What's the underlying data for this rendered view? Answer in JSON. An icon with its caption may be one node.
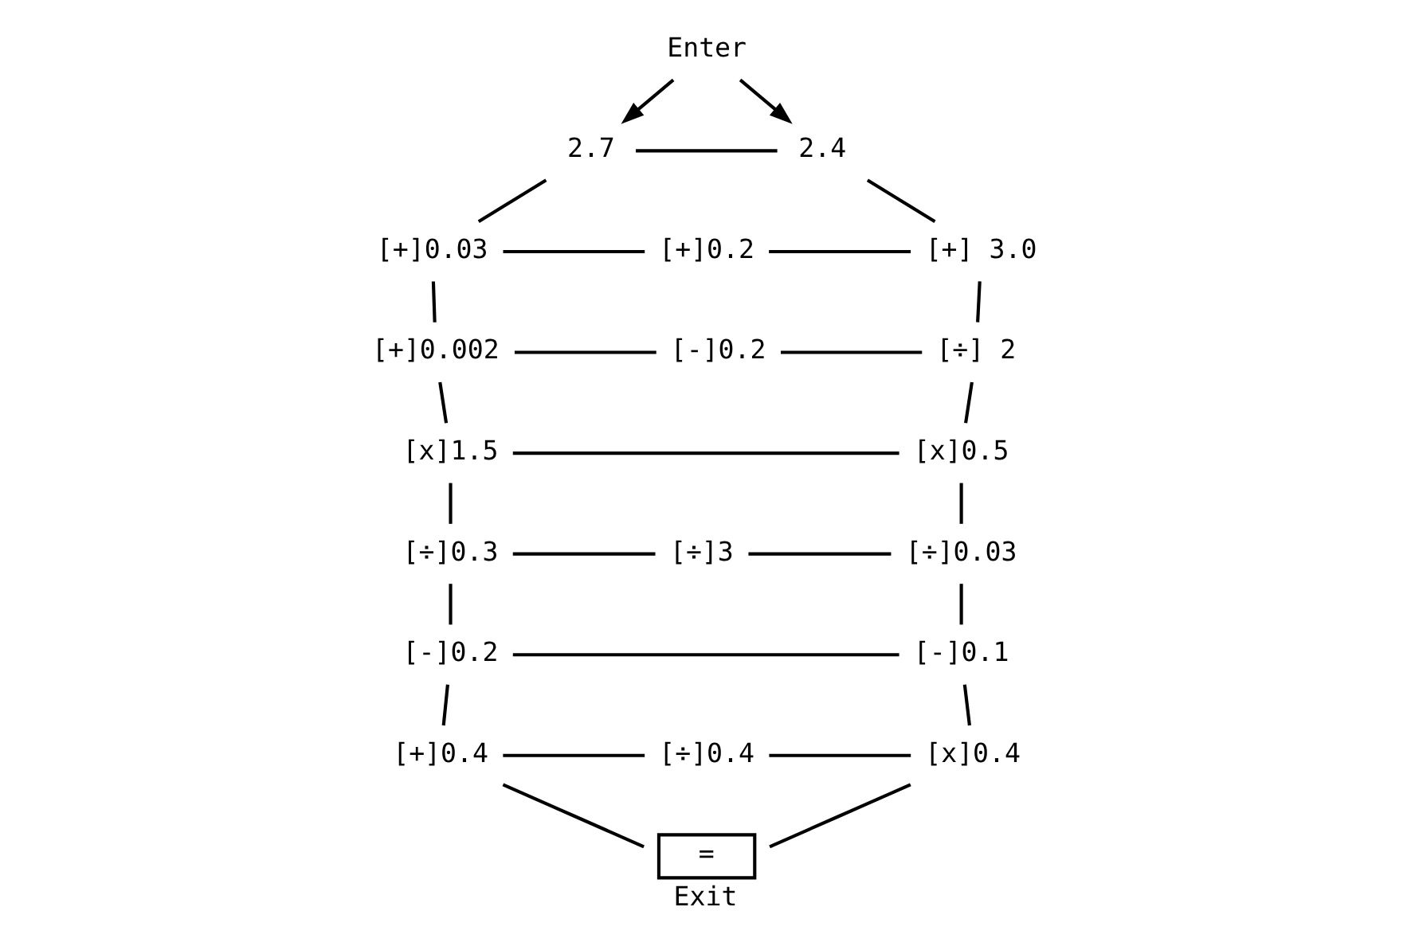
{
  "diagram": {
    "nodes": [
      {
        "text": [
          "Enter"
        ]
      },
      {
        "text": [
          "2.7"
        ]
      },
      {
        "text": [
          "2.4"
        ]
      },
      {
        "text": [
          "[+]0.03"
        ]
      },
      {
        "text": [
          "[+]0.2"
        ]
      },
      {
        "text": [
          "[+] 3.0"
        ]
      },
      {
        "text": [
          "[+]0.002"
        ]
      },
      {
        "text": [
          "[-]0.2"
        ]
      },
      {
        "text": [
          "[÷] 2"
        ]
      },
      {
        "text": [
          "[x]1.5"
        ]
      },
      {
        "text": [
          "[x]0.5"
        ]
      },
      {
        "text": [
          "[÷]0.3"
        ]
      },
      {
        "text": [
          "[÷]3"
        ]
      },
      {
        "text": [
          "[÷]0.03"
        ]
      },
      {
        "text": [
          "[-]0.2"
        ]
      },
      {
        "text": [
          "[-]0.1"
        ]
      },
      {
        "text": [
          "[+]0.4"
        ]
      },
      {
        "text": [
          "[÷]0.4"
        ]
      },
      {
        "text": [
          "[x]0.4"
        ]
      },
      {
        "text": [
          "="
        ],
        "beside": [
          "Exit"
        ]
      }
    ],
    "edges": [
      {
        "from": 0,
        "to": 1,
        "arrow": "to"
      },
      {
        "from": 0,
        "to": 2,
        "arrow": "to"
      },
      {
        "from": 1,
        "to": 2,
        "arrow": "none"
      },
      {
        "from": 3,
        "to": 4,
        "arrow": "none"
      },
      {
        "from": 4,
        "to": 5,
        "arrow": "none"
      },
      {
        "from": 6,
        "to": 7,
        "arrow": "none"
      },
      {
        "from": 7,
        "to": 8,
        "arrow": "none"
      },
      {
        "from": 9,
        "to": 10,
        "arrow": "none"
      },
      {
        "from": 11,
        "to": 12,
        "arrow": "none"
      },
      {
        "from": 12,
        "to": 13,
        "arrow": "none"
      },
      {
        "from": 14,
        "to": 15,
        "arrow": "none"
      },
      {
        "from": 16,
        "to": 17,
        "arrow": "none"
      },
      {
        "from": 17,
        "to": 18,
        "arrow": "none"
      },
      {
        "from": 1,
        "to": 3,
        "arrow": "none"
      },
      {
        "from": 3,
        "to": 6,
        "arrow": "none"
      },
      {
        "from": 6,
        "to": 9,
        "arrow": "none"
      },
      {
        "from": 9,
        "to": 11,
        "arrow": "none"
      },
      {
        "from": 11,
        "to": 14,
        "arrow": "none"
      },
      {
        "from": 14,
        "to": 16,
        "arrow": "none"
      },
      {
        "from": 16,
        "to": 19,
        "arrow": "none"
      },
      {
        "from": 2,
        "to": 5,
        "arrow": "none"
      },
      {
        "from": 5,
        "to": 8,
        "arrow": "none"
      },
      {
        "from": 8,
        "to": 10,
        "arrow": "none"
      },
      {
        "from": 10,
        "to": 13,
        "arrow": "none"
      },
      {
        "from": 13,
        "to": 15,
        "arrow": "none"
      },
      {
        "from": 15,
        "to": 18,
        "arrow": "none"
      },
      {
        "from": 18,
        "to": 19,
        "arrow": "none"
      }
    ]
  }
}
